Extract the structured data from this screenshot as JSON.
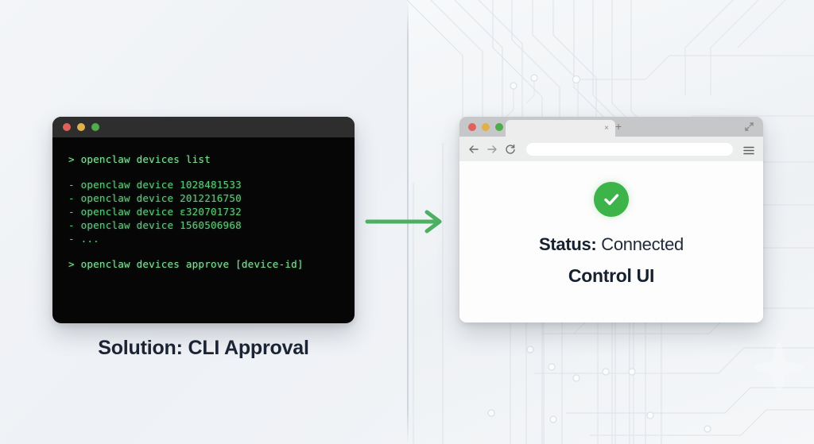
{
  "scene": {
    "left_panel": {
      "caption": "Solution: CLI Approval",
      "terminal": {
        "window_controls": [
          "close-red",
          "minimize-yellow",
          "maximize-green"
        ],
        "lines": [
          {
            "kind": "prompt",
            "text": "> openclaw devices list"
          },
          {
            "kind": "blank",
            "text": ""
          },
          {
            "kind": "item",
            "text": "- openclaw device 1028481533"
          },
          {
            "kind": "item",
            "text": "- openclaw device 2012216750"
          },
          {
            "kind": "item",
            "text": "- openclaw device ɛ320701732"
          },
          {
            "kind": "item",
            "text": "- openclaw device 1560506968"
          },
          {
            "kind": "item",
            "text": "- ..."
          },
          {
            "kind": "blank",
            "text": ""
          },
          {
            "kind": "prompt",
            "text": "> openclaw devices approve [device-id]"
          }
        ]
      }
    },
    "arrow": {
      "direction": "right",
      "color": "#4caf62",
      "icon": "arrow-right-icon"
    },
    "right_panel": {
      "browser": {
        "tab": {
          "close_label": "×",
          "new_tab_label": "+"
        },
        "toolbar": {
          "back_icon": "arrow-left-icon",
          "forward_icon": "arrow-right-icon",
          "reload_icon": "reload-icon",
          "menu_icon": "hamburger-menu-icon",
          "expand_icon": "expand-icon",
          "url_value": "",
          "url_placeholder": ""
        },
        "content": {
          "status_icon": "check-circle-icon",
          "status_label": "Status:",
          "status_value": "Connected",
          "heading": "Control UI"
        }
      }
    }
  },
  "colors": {
    "accent_green": "#3cb44a",
    "arrow_green": "#4caf62",
    "terminal_text": "#77dd8e",
    "terminal_bg": "#060606",
    "terminal_bar": "#2e2e2e",
    "page_bg": "#f2f4f7",
    "heading_navy": "#17202e"
  }
}
